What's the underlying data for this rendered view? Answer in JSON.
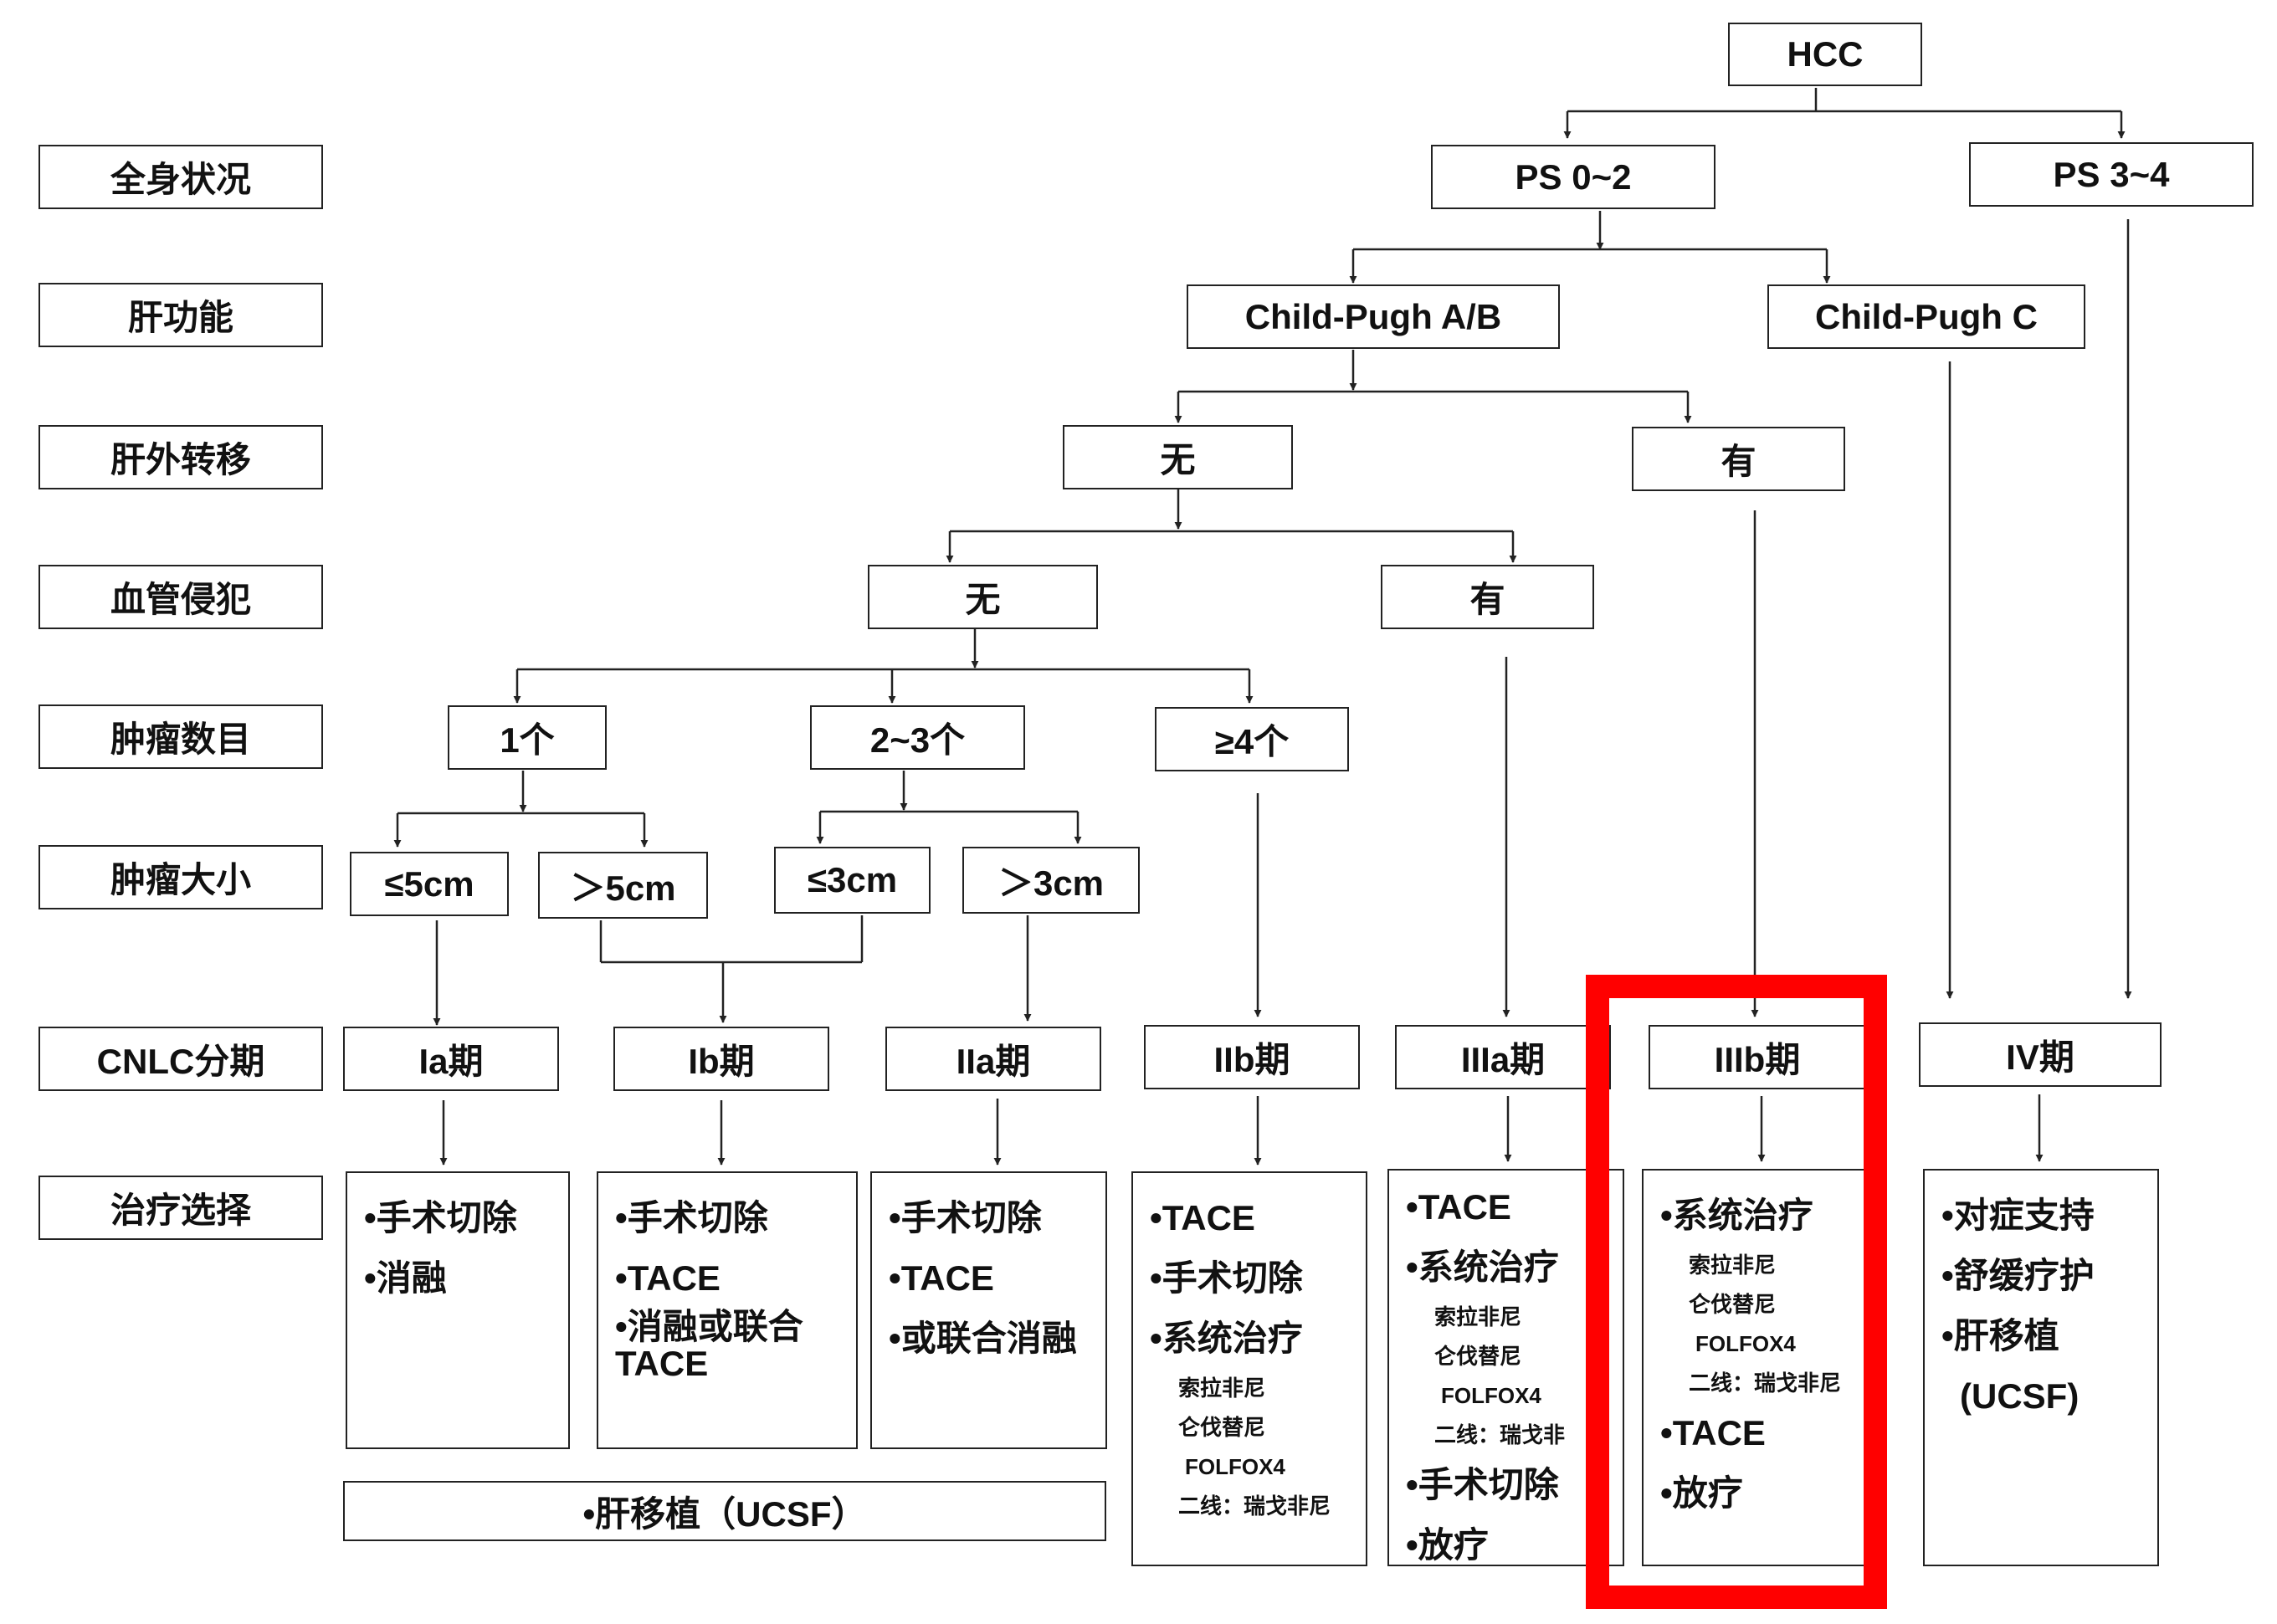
{
  "row_labels": [
    "全身状况",
    "肝功能",
    "肝外转移",
    "血管侵犯",
    "肿瘤数目",
    "肿瘤大小",
    "CNLC分期",
    "治疗选择"
  ],
  "nodes": {
    "hcc": "HCC",
    "ps02": "PS  0~2",
    "ps34": "PS  3~4",
    "cp_ab": "Child-Pugh A/B",
    "cp_c": "Child-Pugh C",
    "meta_no": "无",
    "meta_yes": "有",
    "vasc_no": "无",
    "vasc_yes": "有",
    "num1": "1个",
    "num23": "2~3个",
    "num4": "≥4个",
    "size_le5": "≤5cm",
    "size_gt5": "＞5cm",
    "size_le3": "≤3cm",
    "size_gt3": "＞3cm"
  },
  "stages": {
    "ia": "Ia期",
    "ib": "Ib期",
    "iia": "IIa期",
    "iib": "IIb期",
    "iiia": "IIIa期",
    "iiib": "IIIb期",
    "iv": "IV期"
  },
  "treatments": {
    "ia": [
      "•手术切除",
      "•消融"
    ],
    "ib": [
      "•手术切除",
      "•TACE",
      "•消融或联合TACE"
    ],
    "iia": [
      "•手术切除",
      "•TACE",
      "•或联合消融"
    ],
    "iib": {
      "items": [
        "•TACE",
        "•手术切除",
        "•系统治疗"
      ],
      "drugs": [
        "索拉非尼",
        "仑伐替尼",
        "FOLFOX4",
        "二线：瑞戈非尼"
      ]
    },
    "iiia": {
      "items": [
        "•TACE",
        "•系统治疗"
      ],
      "drugs": [
        "索拉非尼",
        "仑伐替尼",
        "FOLFOX4",
        "二线：瑞戈非"
      ],
      "after": [
        "•手术切除",
        "•放疗"
      ]
    },
    "iiib": {
      "items": [
        "•系统治疗"
      ],
      "drugs": [
        "索拉非尼",
        "仑伐替尼",
        "FOLFOX4",
        "二线：瑞戈非尼"
      ],
      "after": [
        "•TACE",
        "•放疗"
      ]
    },
    "iv": [
      "•对症支持",
      "•舒缓疗护",
      "•肝移植",
      "(UCSF)"
    ],
    "transplant": "•肝移植（UCSF）"
  },
  "colors": {
    "line": "#222222",
    "highlight": "#ff0000"
  }
}
